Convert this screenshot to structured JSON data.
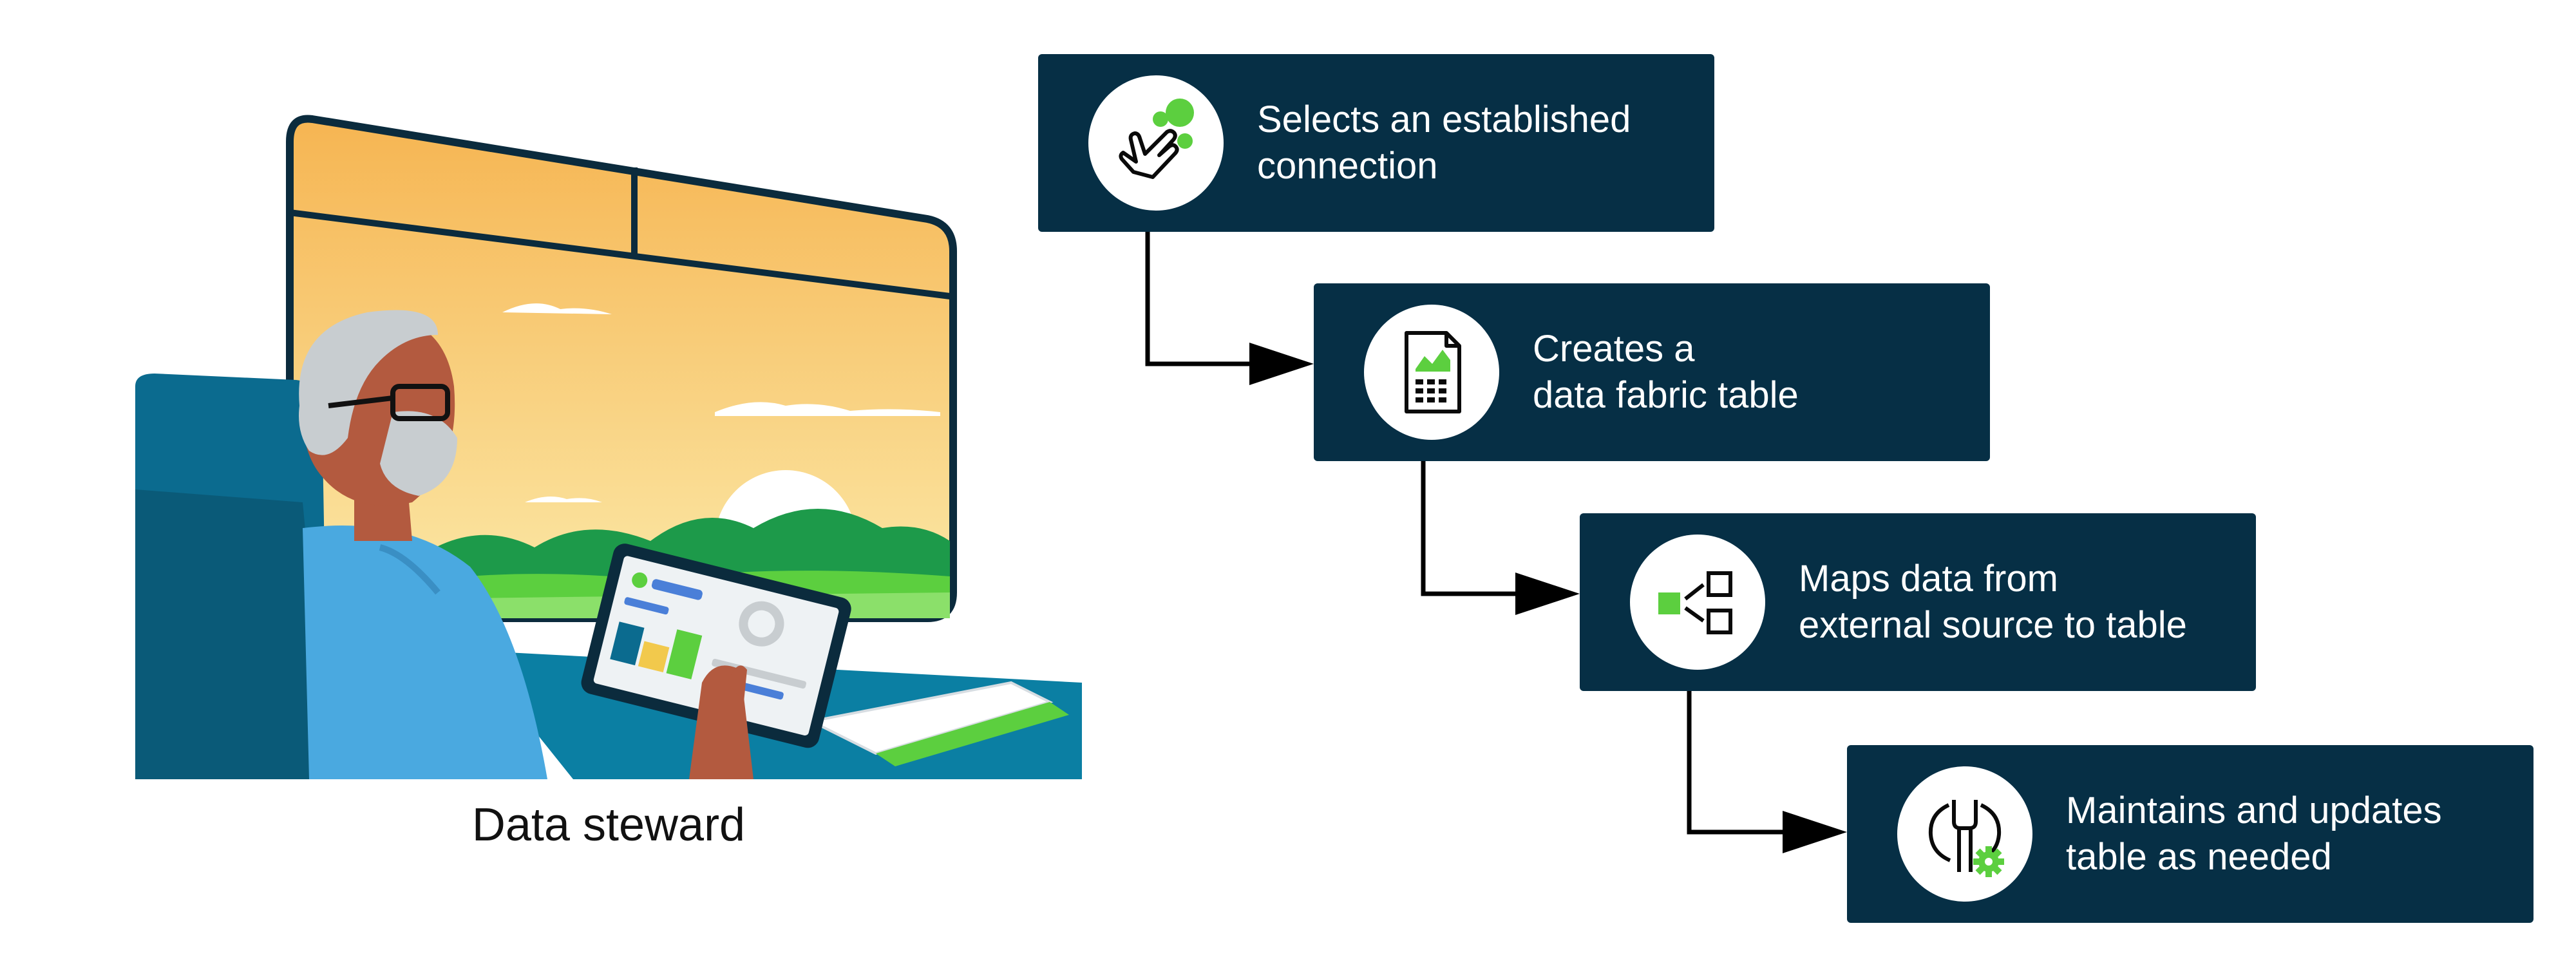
{
  "persona": {
    "label": "Data steward"
  },
  "steps": [
    {
      "icon": "hand-pointer-icon",
      "lines": [
        "Selects an established",
        "connection"
      ]
    },
    {
      "icon": "spreadsheet-chart-icon",
      "lines": [
        "Creates a",
        "data fabric table"
      ]
    },
    {
      "icon": "mapping-icon",
      "lines": [
        "Maps data from",
        "external source to table"
      ]
    },
    {
      "icon": "wrench-gear-icon",
      "lines": [
        "Maintains and updates",
        "table as needed"
      ]
    }
  ],
  "colors": {
    "box": "#062f45",
    "accent": "#5ccf3f",
    "arrow": "#000000",
    "icon_stroke": "#0a0a0a",
    "seat": "#0b6b8f",
    "shirt": "#4aa9e0",
    "sky_top": "#f7b955",
    "sky_bottom": "#fbe7a6"
  }
}
